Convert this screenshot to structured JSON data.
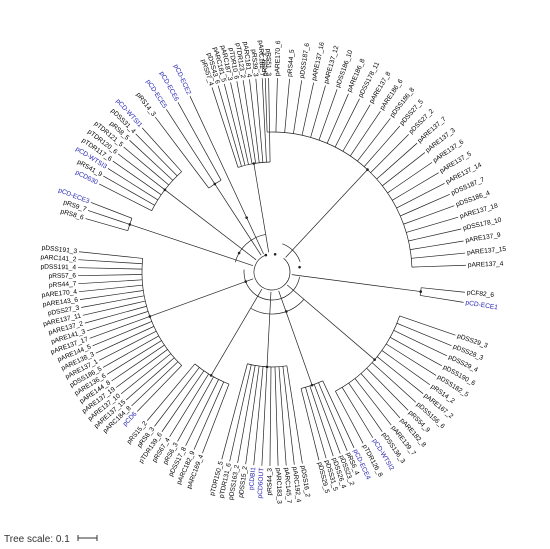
{
  "colors": {
    "branch": "#222222",
    "default_label": "#000000",
    "highlight_label": "#1f1fb4"
  },
  "scale": {
    "label": "Tree scale: 0.1"
  },
  "tree_data": {
    "type": "circular-phylogenetic-tree",
    "clades": [
      {
        "name": "clade-a",
        "leaves": [
          {
            "label": "pRS9_2"
          },
          {
            "label": "pARE170_6"
          },
          {
            "label": "pRS44_5"
          },
          {
            "label": "pDSS187_6"
          },
          {
            "label": "pARE137_16"
          },
          {
            "label": "pARE137_12"
          },
          {
            "label": "pDSS186_10"
          },
          {
            "label": "pARE186_8"
          },
          {
            "label": "pDSS178_11"
          },
          {
            "label": "pARE137_8"
          },
          {
            "label": "pARE186_6"
          },
          {
            "label": "pDSS186_8"
          },
          {
            "label": "pDSS27_5"
          },
          {
            "label": "pDSS27_2"
          },
          {
            "label": "pARE137_7"
          },
          {
            "label": "pARE137_3"
          },
          {
            "label": "pARE137_6"
          },
          {
            "label": "pARE137_5"
          },
          {
            "label": "pARE137_14"
          },
          {
            "label": "pDSS187_7"
          },
          {
            "label": "pDSS186_4"
          },
          {
            "label": "pARE137_18"
          },
          {
            "label": "pDSS178_10"
          },
          {
            "label": "pARE137_9"
          },
          {
            "label": "pARE137_15"
          },
          {
            "label": "pARE137_4"
          }
        ]
      },
      {
        "name": "clade-b",
        "leaves": [
          {
            "label": "pCF82_6"
          },
          {
            "label": "pCD-ECE1",
            "highlight": true
          }
        ]
      },
      {
        "name": "clade-c",
        "leaves": [
          {
            "label": "pDSS29_3"
          },
          {
            "label": "pDSS28_3"
          },
          {
            "label": "pDSS29_4"
          },
          {
            "label": "pDSS190_6"
          },
          {
            "label": "pDSS182_5"
          },
          {
            "label": "pRS14_2"
          },
          {
            "label": "pARE167_2"
          },
          {
            "label": "pDSS156_6"
          },
          {
            "label": "pRS54_9"
          },
          {
            "label": "pARE182_8"
          },
          {
            "label": "pARE139_7"
          },
          {
            "label": "pDSS136_3"
          },
          {
            "label": "pCD-WTSI2",
            "highlight": true
          },
          {
            "label": "pTDR126_8"
          }
        ]
      },
      {
        "name": "clade-d",
        "leaves": [
          {
            "label": "pCD-ECE4",
            "highlight": true
          },
          {
            "label": "pRS6_4"
          },
          {
            "label": "pDSS23_2"
          },
          {
            "label": "pDSS26_4"
          },
          {
            "label": "pDSS31_5"
          },
          {
            "label": "pDSS29_5"
          }
        ]
      },
      {
        "name": "clade-e",
        "leaves": [
          {
            "label": "pDSS16_2"
          },
          {
            "label": "pARC192_4"
          },
          {
            "label": "pARC145_7"
          },
          {
            "label": "pARC183_3"
          },
          {
            "label": "pRS44_3"
          },
          {
            "label": "pCD6OUT",
            "highlight": true
          },
          {
            "label": "pCDBI1",
            "highlight": true
          },
          {
            "label": "pDSS15_2"
          },
          {
            "label": "pDSS163_2"
          },
          {
            "label": "pTDR131_6"
          },
          {
            "label": "pTDR150_5"
          }
        ]
      },
      {
        "name": "clade-f",
        "leaves": [
          {
            "label": "pARC169_4"
          },
          {
            "label": "pARC182_9"
          },
          {
            "label": "pDSS17_8"
          },
          {
            "label": "pRS6_3"
          },
          {
            "label": "pRS67_4"
          },
          {
            "label": "pTDR139_6"
          },
          {
            "label": "pRS8_3"
          },
          {
            "label": "pRS15_2"
          }
        ]
      },
      {
        "name": "clade-g",
        "leaves": [
          {
            "label": "pCD6",
            "highlight": true
          },
          {
            "label": "pARC184_8"
          },
          {
            "label": "pARE137_15"
          },
          {
            "label": "pARE137_10"
          },
          {
            "label": "pARE137_19"
          },
          {
            "label": "pARE144_8"
          },
          {
            "label": "pARE136_6"
          },
          {
            "label": "pDSS186_5"
          },
          {
            "label": "pARE137_1"
          },
          {
            "label": "pARE138_3"
          },
          {
            "label": "pARE144_5"
          },
          {
            "label": "pARE137_17"
          },
          {
            "label": "pARE141_3"
          },
          {
            "label": "pARE137_2"
          },
          {
            "label": "pARE137_11"
          },
          {
            "label": "pDSS27_3"
          },
          {
            "label": "pARE143_6"
          },
          {
            "label": "pARE170_4"
          },
          {
            "label": "pRS44_7"
          },
          {
            "label": "pRS57_6"
          },
          {
            "label": "pDSS191_4"
          },
          {
            "label": "pARC141_2"
          },
          {
            "label": "pDSS191_3"
          }
        ]
      },
      {
        "name": "clade-h",
        "leaves": [
          {
            "label": "pRS8_6"
          },
          {
            "label": "pRS9_7"
          },
          {
            "label": "pCD-ECE3",
            "highlight": true
          }
        ]
      },
      {
        "name": "clade-i",
        "leaves": [
          {
            "label": "pCD630",
            "highlight": true
          },
          {
            "label": "pRS41_9"
          },
          {
            "label": "pCD-WTSI3",
            "highlight": true
          },
          {
            "label": "pTDR117_6"
          },
          {
            "label": "pTDR120_6"
          },
          {
            "label": "pTDR121_5"
          },
          {
            "label": "pRS8_5"
          },
          {
            "label": "pDSS31_4"
          },
          {
            "label": "pCD-WTSI1",
            "highlight": true
          }
        ]
      },
      {
        "name": "clade-j",
        "leaves": [
          {
            "label": "pRS14_3"
          },
          {
            "label": "pCD-ECE5",
            "highlight": true
          },
          {
            "label": "pCD-ECE6",
            "highlight": true
          }
        ]
      },
      {
        "name": "clade-k",
        "leaves": [
          {
            "label": "pCD-ECE2",
            "highlight": true
          }
        ]
      },
      {
        "name": "clade-l",
        "leaves": [
          {
            "label": "pRS57_4"
          },
          {
            "label": "pDSS43_6"
          },
          {
            "label": "pARC181_5"
          },
          {
            "label": "pARC187_3"
          },
          {
            "label": "pTDR10_6"
          },
          {
            "label": "pTDR123_2"
          },
          {
            "label": "pARC181_4"
          },
          {
            "label": "pRS39_3"
          },
          {
            "label": "pARC182_7"
          },
          {
            "label": "pRS51_3"
          }
        ]
      }
    ]
  }
}
